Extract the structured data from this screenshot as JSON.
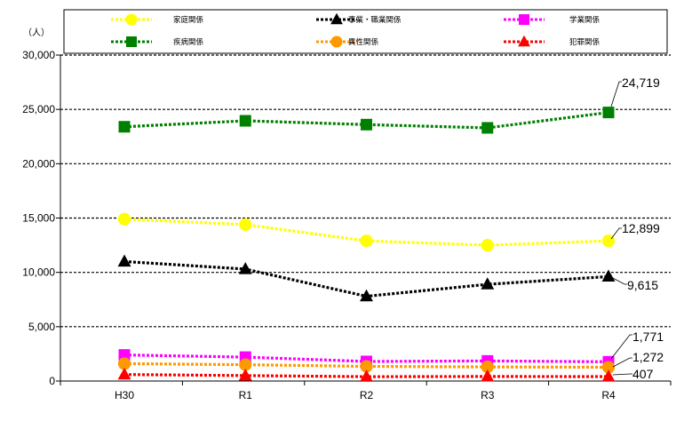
{
  "chart_data": {
    "type": "line",
    "unit_label": "（人）",
    "categories": [
      "H30",
      "R1",
      "R2",
      "R3",
      "R4"
    ],
    "ylim": [
      0,
      30000
    ],
    "yticks": [
      0,
      5000,
      10000,
      15000,
      20000,
      25000,
      30000
    ],
    "ytick_labels": [
      "0",
      "5,000",
      "10,000",
      "15,000",
      "20,000",
      "25,000",
      "30,000"
    ],
    "grid": "horizontal dashed",
    "legend_position": "top",
    "series": [
      {
        "name": "家庭関係",
        "color": "#ffff00",
        "marker": "circle",
        "values": [
          14900,
          14400,
          12900,
          12500,
          12899
        ]
      },
      {
        "name": "事業・職業関係",
        "color": "#000000",
        "marker": "triangle",
        "values": [
          11000,
          10300,
          7800,
          8900,
          9615
        ]
      },
      {
        "name": "学業関係",
        "color": "#ff00ff",
        "marker": "square",
        "values": [
          2400,
          2200,
          1800,
          1850,
          1771
        ]
      },
      {
        "name": "疾病関係",
        "color": "#008000",
        "marker": "square",
        "values": [
          23400,
          23950,
          23600,
          23300,
          24719
        ]
      },
      {
        "name": "異性関係",
        "color": "#ff9900",
        "marker": "circle",
        "values": [
          1600,
          1500,
          1350,
          1300,
          1272
        ]
      },
      {
        "name": "犯罪関係",
        "color": "#ff0000",
        "marker": "triangle",
        "values": [
          600,
          500,
          400,
          420,
          407
        ]
      }
    ],
    "annotations": [
      {
        "series": "疾病関係",
        "label": "24,719"
      },
      {
        "series": "家庭関係",
        "label": "12,899"
      },
      {
        "series": "事業・職業関係",
        "label": "9,615"
      },
      {
        "series": "学業関係",
        "label": "1,771"
      },
      {
        "series": "異性関係",
        "label": "1,272"
      },
      {
        "series": "犯罪関係",
        "label": "407"
      }
    ]
  }
}
